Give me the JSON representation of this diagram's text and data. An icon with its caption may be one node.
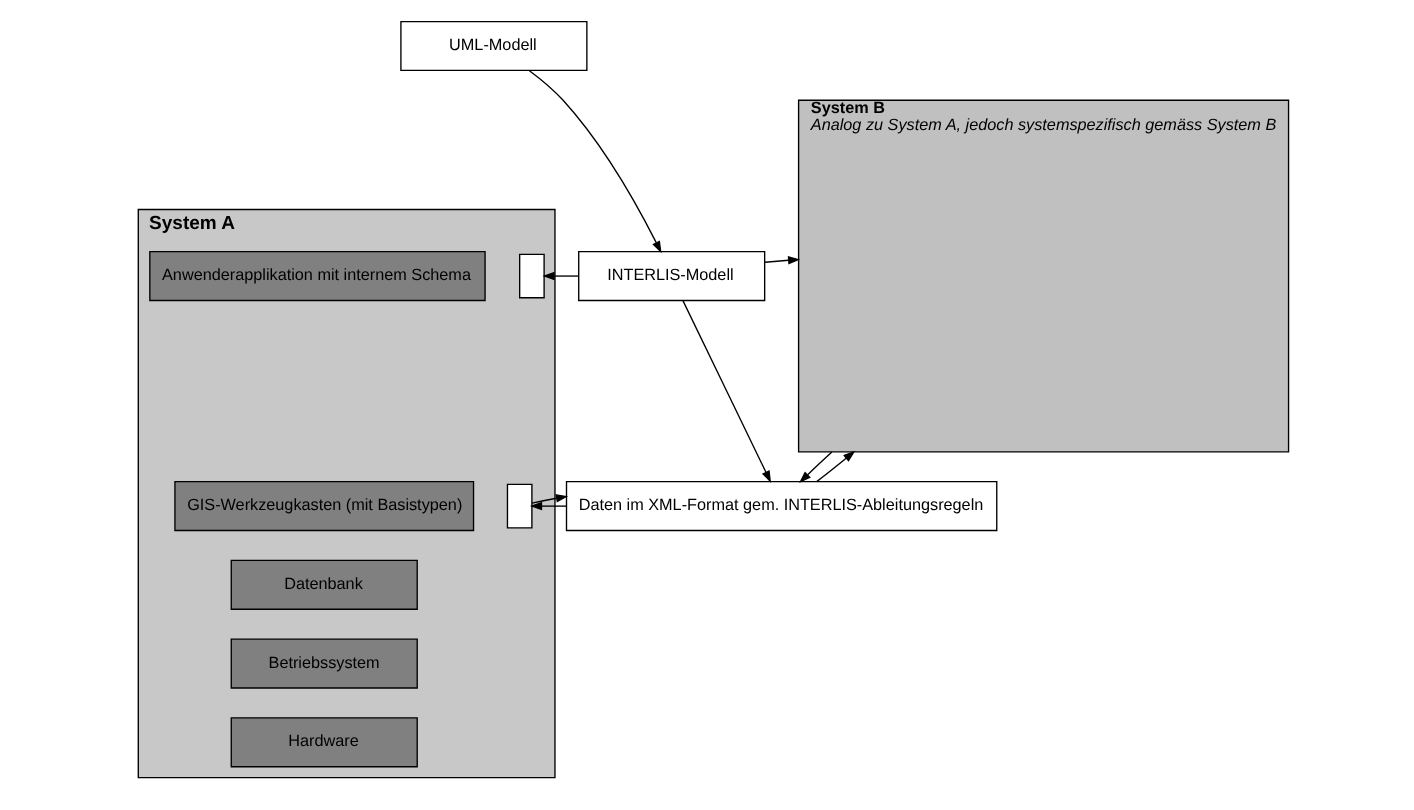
{
  "diagram": {
    "nodes": [
      {
        "text": [
          "UML-Modell"
        ]
      },
      {
        "text": [
          "System A"
        ]
      },
      {
        "text": [
          "Anwenderapplikation mit internem Schema"
        ],
        "in": 1
      },
      {
        "text": [],
        "shape": "box",
        "in": 1
      },
      {
        "text": [
          "GIS-Werkzeugkasten (mit Basistypen)"
        ],
        "in": 1
      },
      {
        "text": [],
        "shape": "box",
        "in": 1
      },
      {
        "text": [
          "Datenbank"
        ],
        "in": 1
      },
      {
        "text": [
          "Betriebssystem"
        ],
        "in": 1
      },
      {
        "text": [
          "Hardware"
        ],
        "in": 1
      },
      {
        "text": [
          "INTERLIS-Modell"
        ]
      },
      {
        "text": [
          "Daten im XML-Format gem. INTERLIS-Ableitungsregeln"
        ]
      },
      {
        "text": [
          "System B",
          "Analog zu System A, jedoch systemspezifisch gemäss System B"
        ]
      }
    ],
    "edges": [
      {
        "from": 0,
        "to": 9,
        "arrow": "to"
      },
      {
        "from": 9,
        "to": 3,
        "arrow": "to"
      },
      {
        "from": 9,
        "to": 11,
        "arrow": "to"
      },
      {
        "from": 9,
        "to": 10,
        "arrow": "to"
      },
      {
        "from": 10,
        "to": 5,
        "arrow": "to"
      },
      {
        "from": 5,
        "to": 10,
        "arrow": "to"
      },
      {
        "from": 11,
        "to": 10,
        "arrow": "to"
      },
      {
        "from": 10,
        "to": 11,
        "arrow": "to"
      }
    ]
  }
}
